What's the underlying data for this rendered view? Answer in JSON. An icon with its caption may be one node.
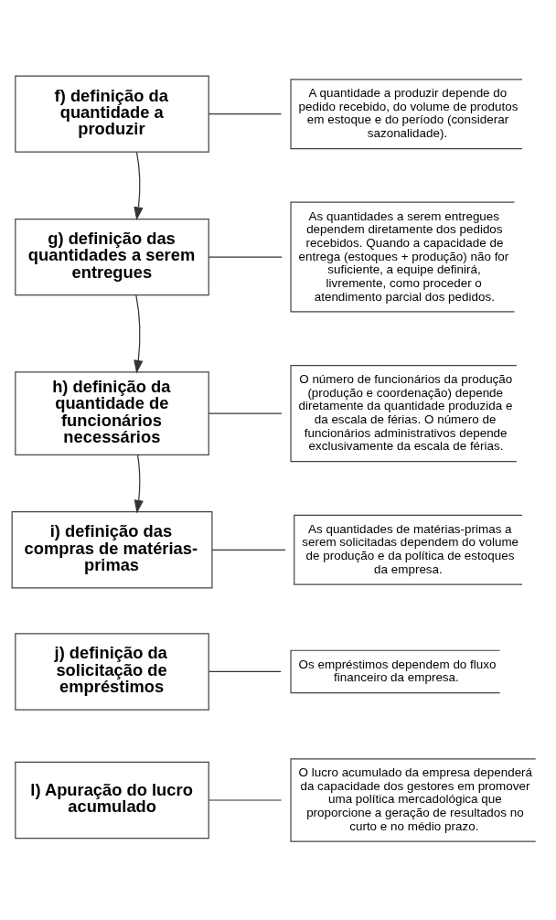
{
  "diagram": {
    "nodes": [
      {
        "text": [
          "f) definição da quantidade a produzir"
        ]
      },
      {
        "text": [
          "A quantidade a produzir depende do pedido recebido, do volume de produtos em estoque e do período (considerar sazonalidade)."
        ]
      },
      {
        "text": [
          "g) definição das quantidades a serem entregues"
        ]
      },
      {
        "text": [
          "As quantidades a serem entregues dependem diretamente dos pedidos recebidos. Quando a capacidade de entrega (estoques + produção) não for suficiente, a equipe definirá, livremente, como proceder o atendimento parcial dos pedidos."
        ]
      },
      {
        "text": [
          "h) definição da quantidade de funcionários necessários"
        ]
      },
      {
        "text": [
          "O número de funcionários da produção (produção e coordenação) depende diretamente da quantidade produzida e da escala de férias. O número de funcionários administrativos depende exclusivamente da escala de férias."
        ]
      },
      {
        "text": [
          "i) definição das compras de matérias-primas"
        ]
      },
      {
        "text": [
          "As quantidades de matérias-primas a serem solicitadas dependem do volume de produção e da política de estoques da empresa."
        ]
      },
      {
        "text": [
          "j) definição da solicitação de empréstimos"
        ]
      },
      {
        "text": [
          "Os empréstimos dependem do fluxo financeiro da empresa."
        ]
      },
      {
        "text": [
          "l) Apuração do lucro acumulado"
        ]
      },
      {
        "text": [
          "O lucro acumulado da empresa dependerá da capacidade dos gestores em promover uma política mercadológica que proporcione a geração de resultados no curto e no médio prazo."
        ]
      }
    ],
    "edges": [
      {
        "from": 0,
        "to": 1,
        "arrow": "none"
      },
      {
        "from": 0,
        "to": 2,
        "arrow": "to"
      },
      {
        "from": 2,
        "to": 3,
        "arrow": "none"
      },
      {
        "from": 2,
        "to": 4,
        "arrow": "to"
      },
      {
        "from": 4,
        "to": 5,
        "arrow": "none"
      },
      {
        "from": 4,
        "to": 6,
        "arrow": "to"
      },
      {
        "from": 6,
        "to": 7,
        "arrow": "none"
      },
      {
        "from": 8,
        "to": 9,
        "arrow": "none"
      },
      {
        "from": 10,
        "to": 11,
        "arrow": "none"
      }
    ]
  }
}
